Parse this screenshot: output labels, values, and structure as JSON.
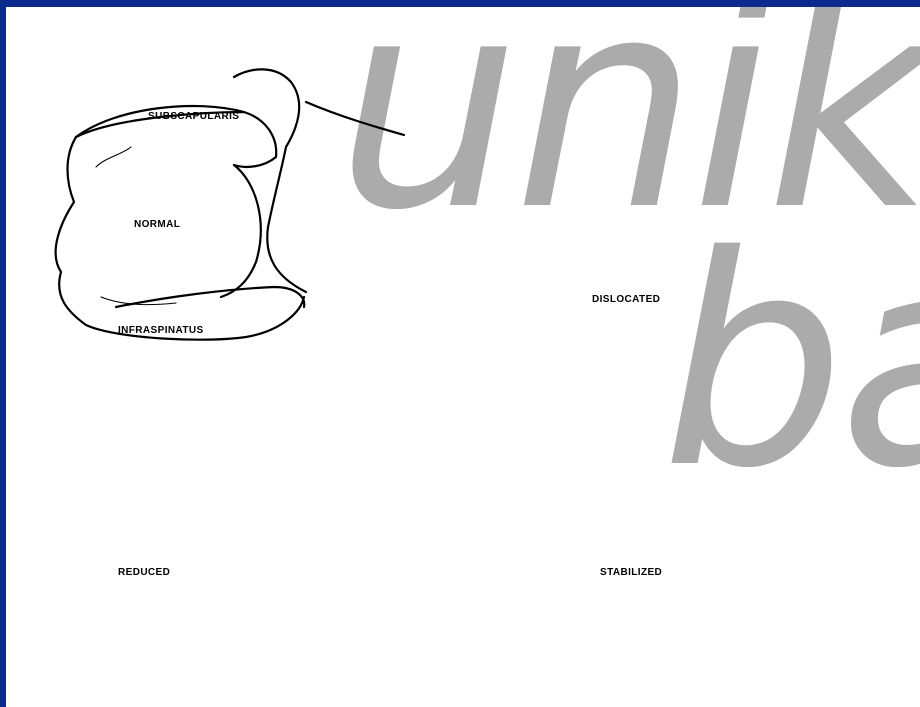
{
  "watermark": {
    "line1": "unikl",
    "line2": "ba"
  },
  "panels": {
    "normal": {
      "label": "NORMAL",
      "top_muscle": "SUBSCAPULARIS",
      "bottom_muscle": "INFRASPINATUS"
    },
    "dislocated": {
      "label": "DISLOCATED"
    },
    "reduced": {
      "label": "REDUCED"
    },
    "stabilized": {
      "label": "STABILIZED"
    }
  },
  "colors": {
    "frame": "#0a2a8c",
    "background": "#ffffff",
    "watermark": "#ababab",
    "ink": "#000000"
  }
}
